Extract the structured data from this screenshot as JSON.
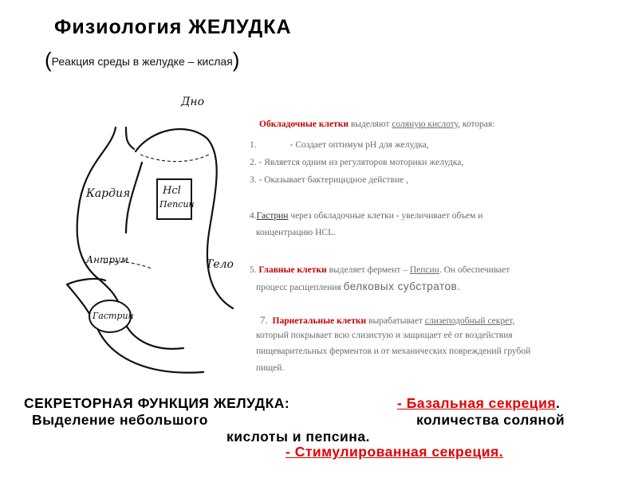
{
  "header": {
    "title": "Физиология ЖЕЛУДКА",
    "subtitle_open": "(",
    "subtitle": "Реакция среды в  желудке – кислая",
    "subtitle_close": ")"
  },
  "diagram": {
    "labels": {
      "dno": "Дно",
      "kardiya": "Кардия",
      "hcl": "Hcl",
      "pepsin": "Пепсин",
      "antrum": "Антрум",
      "telo": "Тело",
      "gastrin": "Гастрин"
    }
  },
  "facts": {
    "item1_title": "Обкладочные клетки",
    "item1_mid": " выделяют ",
    "item1_link": "соляную кислоту",
    "item1_tail": ", которая:",
    "sub1_num": "1.",
    "sub1_text": "- Создает оптимум рН для желудка,",
    "sub2_num": "2.",
    "sub2_text": " - Является одним из регуляторов моторики желудка,",
    "sub3_num": "3.",
    "sub3_text": " - Оказывает бактерицидное действие ,",
    "item4_num": "4.",
    "item4_link": "Гастрин",
    "item4_text": " через обкладочные клетки -  увеличивает объем и",
    "item4_line2": "концентрацию HCL.",
    "item5_num": "5.",
    "item5_title": " Главные клетки",
    "item5_mid": " выделяет фермент – ",
    "item5_link": "Пепсин",
    "item5_tail": ".   Он       обеспечивает",
    "item5_line2a": "процесс расщепления ",
    "item5_line2b": "белковых   субстратов.",
    "item7_num": "7.",
    "item7_title": "Париетальные клетки",
    "item7_mid": "     вырабатывает ",
    "item7_link": "слизеподобный секрет,",
    "item7_line2": "который   покрывает всю слизистую    и защищает её от воздействия",
    "item7_line3": "пищеварительных ферментов и от механических повреждений грубой",
    "item7_line4": "пищей."
  },
  "bottom": {
    "line1": "СЕКРЕТОРНАЯ ФУНКЦИЯ ЖЕЛУДКА:",
    "basal": "- Базальная секреция",
    "basal_dot": ".",
    "line2a": "Выделение небольшого",
    "line2b": "количества соляной",
    "line3": "кислоты и пепсина.",
    "stim": "- Стимулированная секреция. "
  },
  "colors": {
    "accent_red": "#c00000",
    "bright_red": "#e00000",
    "text_gray": "#6a6a6a"
  }
}
